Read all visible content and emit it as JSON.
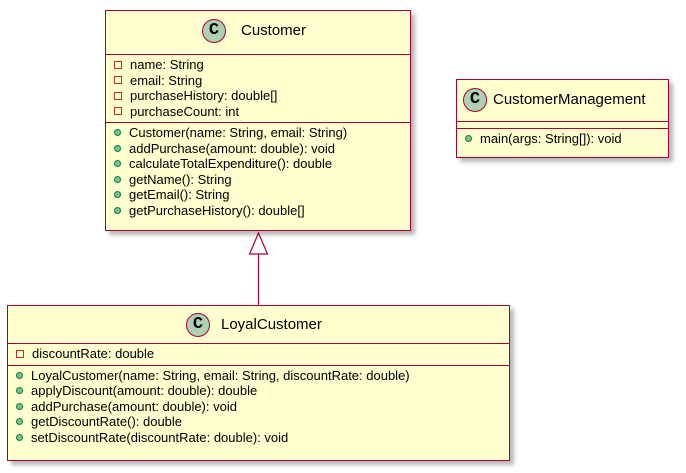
{
  "classes": {
    "customer": {
      "stereotype_letter": "C",
      "name": "Customer",
      "attributes": [
        {
          "visibility": "private",
          "text": "name: String"
        },
        {
          "visibility": "private",
          "text": "email: String"
        },
        {
          "visibility": "private",
          "text": "purchaseHistory: double[]"
        },
        {
          "visibility": "private",
          "text": "purchaseCount: int"
        }
      ],
      "methods": [
        {
          "visibility": "public",
          "text": "Customer(name: String, email: String)"
        },
        {
          "visibility": "public",
          "text": "addPurchase(amount: double): void"
        },
        {
          "visibility": "public",
          "text": "calculateTotalExpenditure(): double"
        },
        {
          "visibility": "public",
          "text": "getName(): String"
        },
        {
          "visibility": "public",
          "text": "getEmail(): String"
        },
        {
          "visibility": "public",
          "text": "getPurchaseHistory(): double[]"
        }
      ]
    },
    "customer_management": {
      "stereotype_letter": "C",
      "name": "CustomerManagement",
      "attributes": [],
      "methods": [
        {
          "visibility": "public",
          "text": "main(args: String[]): void"
        }
      ]
    },
    "loyal_customer": {
      "stereotype_letter": "C",
      "name": "LoyalCustomer",
      "attributes": [
        {
          "visibility": "private",
          "text": "discountRate: double"
        }
      ],
      "methods": [
        {
          "visibility": "public",
          "text": "LoyalCustomer(name: String, email: String, discountRate: double)"
        },
        {
          "visibility": "public",
          "text": "applyDiscount(amount: double): double"
        },
        {
          "visibility": "public",
          "text": "addPurchase(amount: double): void"
        },
        {
          "visibility": "public",
          "text": "getDiscountRate(): double"
        },
        {
          "visibility": "public",
          "text": "setDiscountRate(discountRate: double): void"
        }
      ]
    }
  },
  "relations": [
    {
      "type": "inheritance",
      "from": "LoyalCustomer",
      "to": "Customer"
    }
  ],
  "colors": {
    "class_fill": "#fefece",
    "class_border": "#a80036",
    "class_icon": "#add1b2",
    "private_marker": "#c82930",
    "public_marker": "#84be84"
  }
}
